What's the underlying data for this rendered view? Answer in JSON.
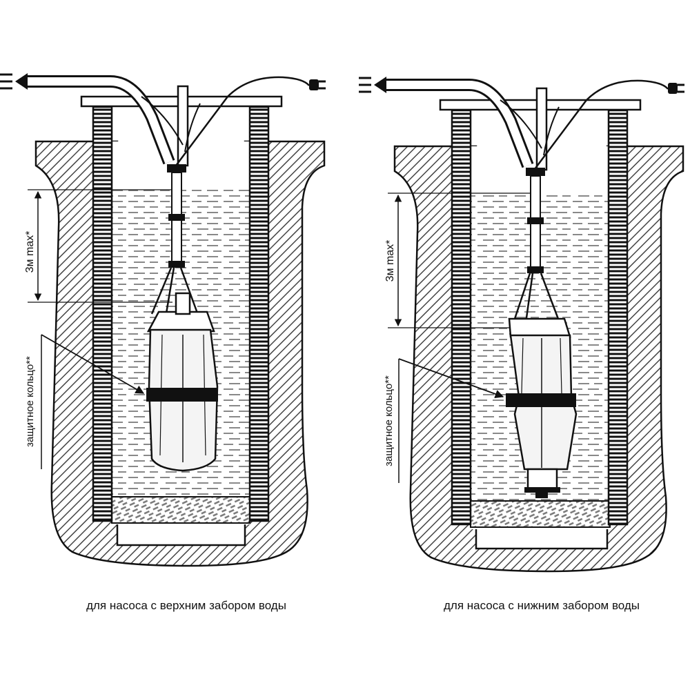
{
  "diagrams": [
    {
      "id": "top-intake",
      "depth_label": "3м max*",
      "ring_label": "защитное кольцо**",
      "caption": "для насоса с верхним забором воды"
    },
    {
      "id": "bottom-intake",
      "depth_label": "3м max*",
      "ring_label": "защитное кольцо**",
      "caption": "для насоса с нижним забором воды"
    }
  ],
  "colors": {
    "ink": "#111111",
    "water_dash": "#888888",
    "hatch": "#444444",
    "pump_fill": "#f4f4f4"
  }
}
